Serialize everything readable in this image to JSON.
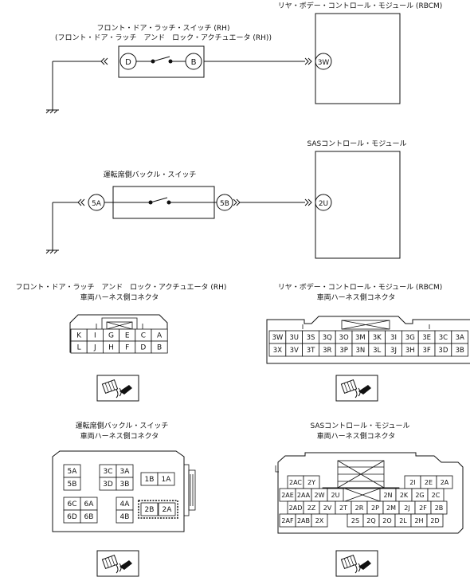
{
  "circuit_1": {
    "switch_title": "フロント・ドア・ラッチ・スイッチ (RH)",
    "switch_subtitle": "(フロント・ドア・ラッチ　アンド　ロック・アクチュエータ (RH))",
    "pin_left": "D",
    "pin_right": "B",
    "module_title": "リヤ・ボデー・コントロール・モジュール (RBCM)",
    "module_pin": "3W"
  },
  "circuit_2": {
    "switch_title": "運転席側バックル・スイッチ",
    "pin_left": "5A",
    "pin_right": "5B",
    "module_title": "SASコントロール・モジュール",
    "module_pin": "2U"
  },
  "connectors": {
    "c1": {
      "title": "フロント・ドア・ラッチ　アンド　ロック・アクチュエータ (RH)",
      "subtitle": "車両ハーネス側コネクタ",
      "row1": [
        "K",
        "I",
        "G",
        "E",
        "C",
        "A"
      ],
      "row2": [
        "L",
        "J",
        "H",
        "F",
        "D",
        "B"
      ]
    },
    "c2": {
      "title": "リヤ・ボデー・コントロール・モジュール (RBCM)",
      "subtitle": "車両ハーネス側コネクタ",
      "row1": [
        "3W",
        "3U",
        "3S",
        "3Q",
        "3O",
        "3M",
        "3K",
        "3I",
        "3G",
        "3E",
        "3C",
        "3A"
      ],
      "row2": [
        "3X",
        "3V",
        "3T",
        "3R",
        "3P",
        "3N",
        "3L",
        "3J",
        "3H",
        "3F",
        "3D",
        "3B"
      ]
    },
    "c3": {
      "title": "運転席側バックル・スイッチ",
      "subtitle": "車両ハーネス側コネクタ",
      "pins": {
        "p5A": "5A",
        "p5B": "5B",
        "p3C": "3C",
        "p3A": "3A",
        "p3D": "3D",
        "p3B": "3B",
        "p1B": "1B",
        "p1A": "1A",
        "p6C": "6C",
        "p6A": "6A",
        "p6D": "6D",
        "p6B": "6B",
        "p4A": "4A",
        "p4B": "4B",
        "p2B": "2B",
        "p2A": "2A"
      }
    },
    "c4": {
      "title": "SASコントロール・モジュール",
      "subtitle": "車両ハーネス側コネクタ",
      "pins": {
        "p2AC": "2AC",
        "p2Y": "2Y",
        "p2I": "2I",
        "p2E": "2E",
        "p2A": "2A",
        "p2AE": "2AE",
        "p2AA": "2AA",
        "p2W": "2W",
        "p2U": "2U",
        "p2N": "2N",
        "p2K": "2K",
        "p2G": "2G",
        "p2C": "2C",
        "p2AD": "2AD",
        "p2Z": "2Z",
        "p2V": "2V",
        "p2T": "2T",
        "p2R": "2R",
        "p2P": "2P",
        "p2M": "2M",
        "p2J": "2J",
        "p2F": "2F",
        "p2B": "2B",
        "p2AF": "2AF",
        "p2AB": "2AB",
        "p2X": "2X",
        "p2S": "2S",
        "p2Q": "2Q",
        "p2O": "2O",
        "p2L": "2L",
        "p2H": "2H",
        "p2D": "2D"
      }
    }
  }
}
